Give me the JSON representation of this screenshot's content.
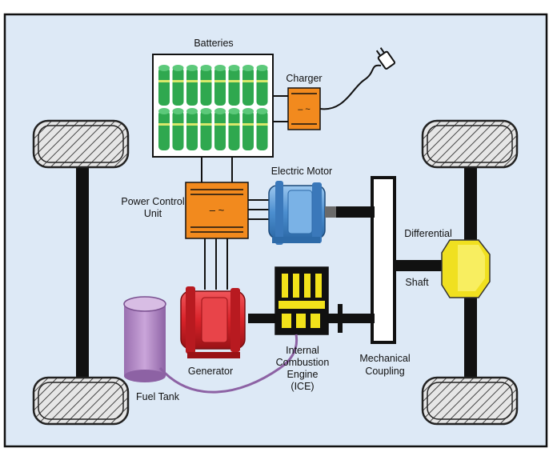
{
  "labels": {
    "batteries": "Batteries",
    "charger": "Charger",
    "electric_motor": "Electric Motor",
    "power_control_unit_line1": "Power Control",
    "power_control_unit_line2": "Unit",
    "differential": "Differential",
    "shaft": "Shaft",
    "generator": "Generator",
    "ice_line1": "Internal",
    "ice_line2": "Combustion",
    "ice_line3": "Engine",
    "ice_line4": "(ICE)",
    "mechanical_coupling_line1": "Mechanical",
    "mechanical_coupling_line2": "Coupling",
    "fuel_tank": "Fuel Tank"
  },
  "symbols": {
    "converter": "– ~"
  },
  "colors": {
    "background": "#dde9f6",
    "frame": "#111111",
    "battery_green": "#2fa84f",
    "converter_orange": "#f28a1e",
    "motor_blue": "#5a9bd8",
    "generator_red": "#d9232a",
    "engine_yellow": "#f2e21a",
    "differential_yellow": "#f0e020",
    "fuel_tank_purple": "#b48bc6",
    "tire_gray": "#d9d9d9"
  },
  "icons": [
    "plug-icon",
    "tire-icon",
    "battery-cell-icon"
  ]
}
